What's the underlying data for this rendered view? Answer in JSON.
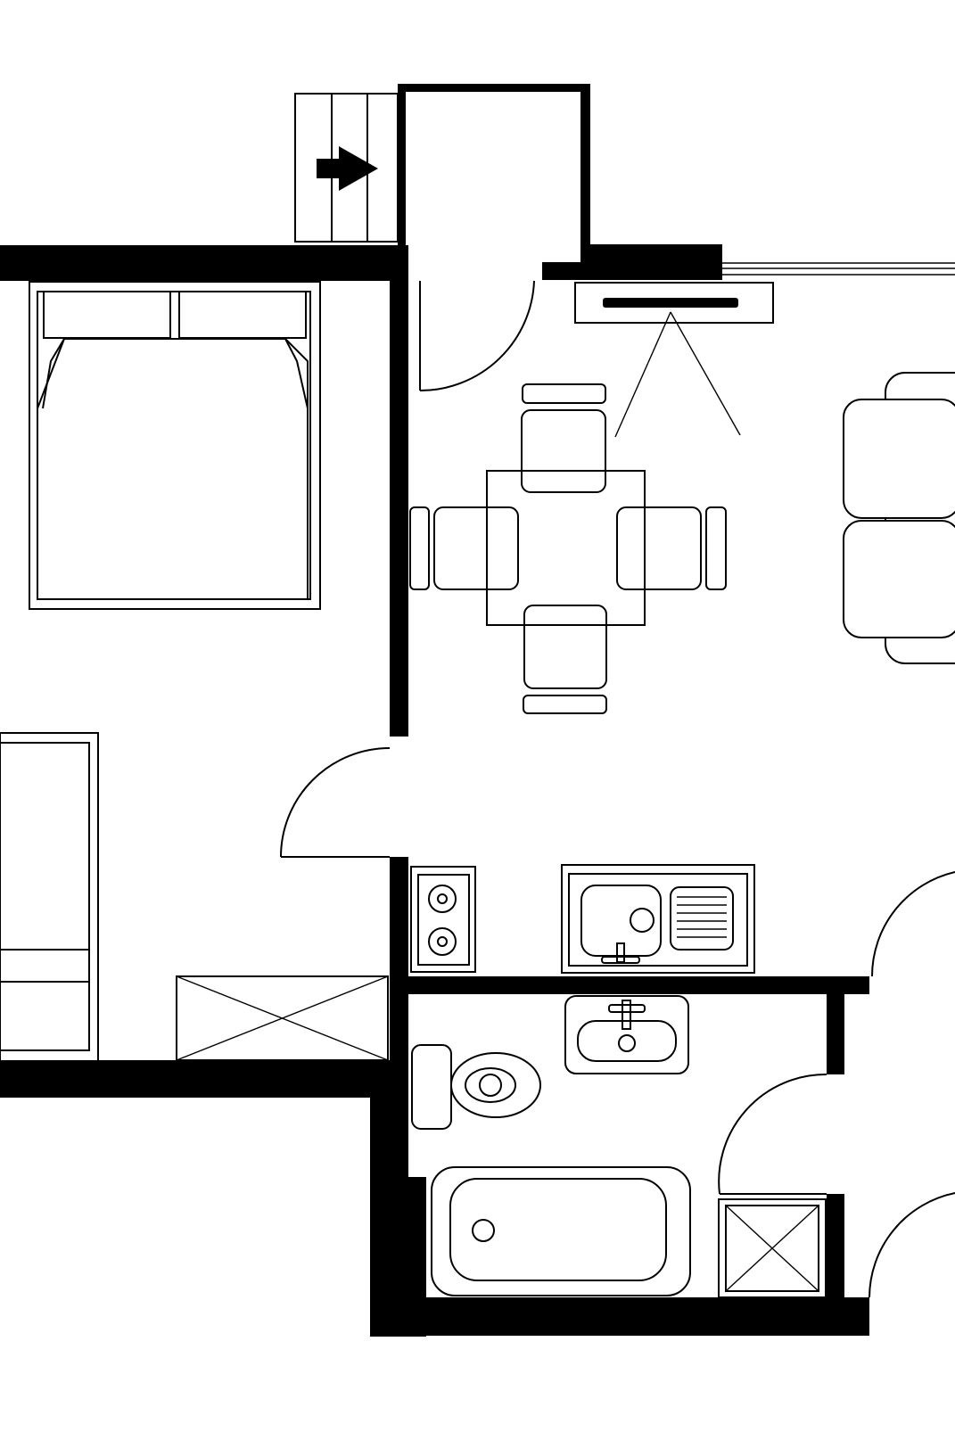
{
  "diagram": {
    "type": "floor-plan",
    "style": "black-and-white line drawing",
    "colors": {
      "walls": "#000000",
      "background": "#ffffff"
    },
    "rooms": [
      "entrance-hall",
      "bedroom",
      "living-dining-area",
      "kitchenette",
      "bathroom"
    ],
    "icons": [
      "entrance-arrow-icon",
      "stairs",
      "double-bed",
      "dining-table",
      "chairs",
      "sofa",
      "tv",
      "hob",
      "kitchen-sink",
      "washbasin",
      "toilet",
      "bathtub",
      "wardrobe",
      "cupboard"
    ]
  }
}
